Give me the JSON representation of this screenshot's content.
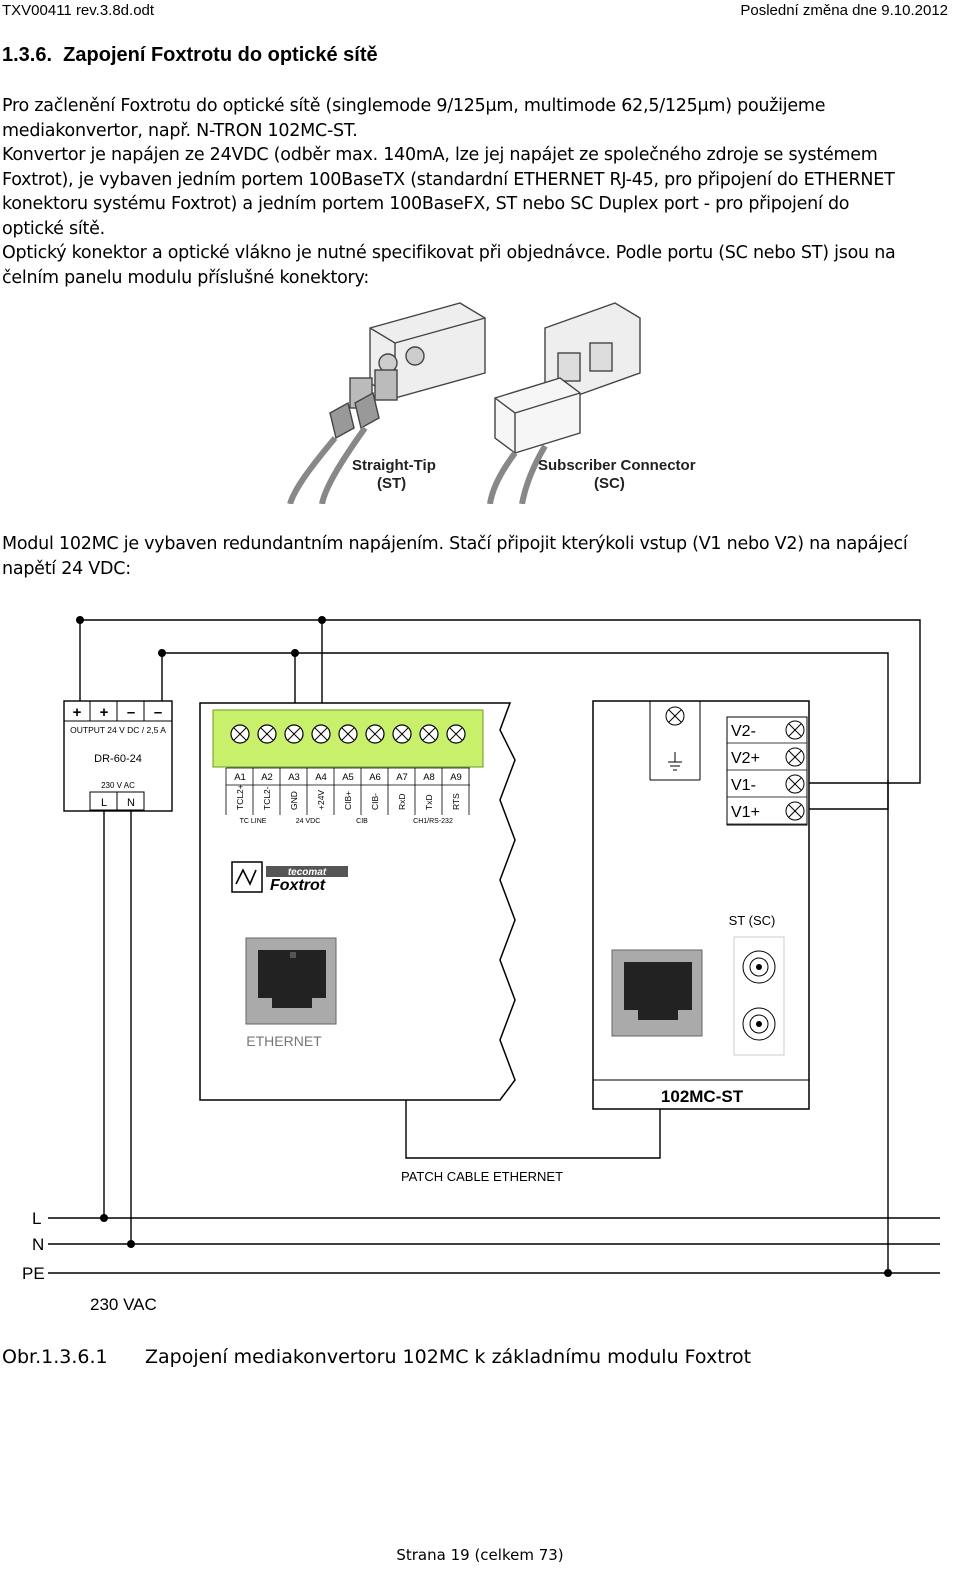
{
  "header": {
    "doc_id": "TXV00411 rev.3.8d.odt",
    "last_change": "Poslední změna dne 9.10.2012"
  },
  "section": {
    "number": "1.3.6.",
    "title": "Zapojení Foxtrotu do optické sítě"
  },
  "intro_lines": [
    "Pro začlenění Foxtrotu do optické sítě (singlemode 9/125μm, multimode 62,5/125μm) použijeme",
    "mediakonvertor, např. N-TRON 102MC-ST.",
    "Konvertor je napájen ze 24VDC (odběr max. 140mA, lze jej napájet ze společného zdroje se systémem",
    "Foxtrot), je vybaven jedním portem 100BaseTX (standardní ETHERNET RJ-45, pro připojení do ETHERNET",
    "konektoru systému Foxtrot) a jedním portem 100BaseFX, ST nebo SC Duplex port - pro připojení do",
    "optické sítě.",
    "Optický konektor a optické vlákno je nutné specifikovat při objednávce. Podle portu (SC nebo ST) jsou na",
    "čelním panelu modulu příslušné konektory:"
  ],
  "connector_photo": {
    "st_label": "Straight-Tip",
    "st_abbr": "(ST)",
    "sc_label": "Subscriber Connector",
    "sc_abbr": "(SC)"
  },
  "power_lines": [
    "Modul 102MC je vybaven redundantním napájením. Stačí připojit kterýkoli vstup (V1 nebo V2) na napájecí",
    "napětí 24 VDC:"
  ],
  "diagram": {
    "psu": {
      "terminals": [
        "+",
        "+",
        "–",
        "–"
      ],
      "output": "OUTPUT  24 V DC / 2,5 A",
      "model": "DR-60-24",
      "input": "230 V AC",
      "l": "L",
      "n": "N"
    },
    "foxtrot": {
      "pins": [
        "A1",
        "A2",
        "A3",
        "A4",
        "A5",
        "A6",
        "A7",
        "A8",
        "A9"
      ],
      "signals": [
        "TCL2+",
        "TCL2-",
        "GND",
        "+24V",
        "CIB+",
        "CIB-",
        "RxD",
        "TxD",
        "RTS"
      ],
      "groups": [
        "TC LINE",
        "24 VDC",
        "CIB",
        "CH1/RS-232"
      ],
      "brand_small": "tecomat",
      "brand": "Foxtrot",
      "ethernet": "ETHERNET"
    },
    "mc": {
      "terminals": [
        "V2-",
        "V2+",
        "V1-",
        "V1+"
      ],
      "fiber_label": "ST (SC)",
      "model": "102MC-ST"
    },
    "patch_label": "PATCH CABLE ETHERNET",
    "mains": [
      "L",
      "N",
      "PE"
    ],
    "mains_voltage": "230 VAC"
  },
  "caption": {
    "number": "Obr.1.3.6.1",
    "text": "Zapojení mediakonvertoru 102MC k základnímu modulu Foxtrot"
  },
  "footer": "Strana 19 (celkem 73)"
}
